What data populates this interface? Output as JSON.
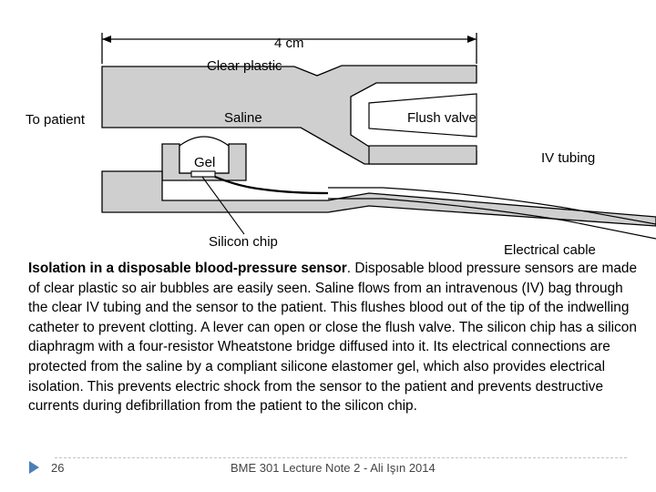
{
  "diagram": {
    "dimension_label": "4 cm",
    "labels": {
      "clear_plastic": "Clear plastic",
      "to_patient": "To patient",
      "saline": "Saline",
      "flush_valve": "Flush valve",
      "iv_tubing": "IV tubing",
      "gel": "Gel",
      "silicon_chip": "Silicon chip",
      "electrical_cable": "Electrical cable"
    },
    "colors": {
      "plastic_fill": "#cfcfcf",
      "outline": "#000000"
    }
  },
  "caption": {
    "title": "Isolation in a disposable blood-pressure sensor",
    "title_period": ".",
    "body": "Disposable blood pressure sensors are made of clear plastic so air bubbles are easily seen. Saline flows from an intravenous (IV) bag through the clear IV tubing and the sensor to the patient. This flushes blood out of the tip of the indwelling catheter to prevent clotting. A lever can open or close the flush valve. The silicon chip has a silicon diaphragm with a four-resistor Wheatstone bridge diffused into it. Its electrical connections are protected from the saline by a compliant silicone elastomer gel, which also provides electrical isolation. This prevents electric shock from the sensor to the patient and prevents destructive currents during defibrillation from the patient to the silicon chip."
  },
  "footer": {
    "slide_number": "26",
    "text": "BME 301 Lecture Note 2 - Ali Işın 2014",
    "marker_color": "#4a80b8"
  }
}
